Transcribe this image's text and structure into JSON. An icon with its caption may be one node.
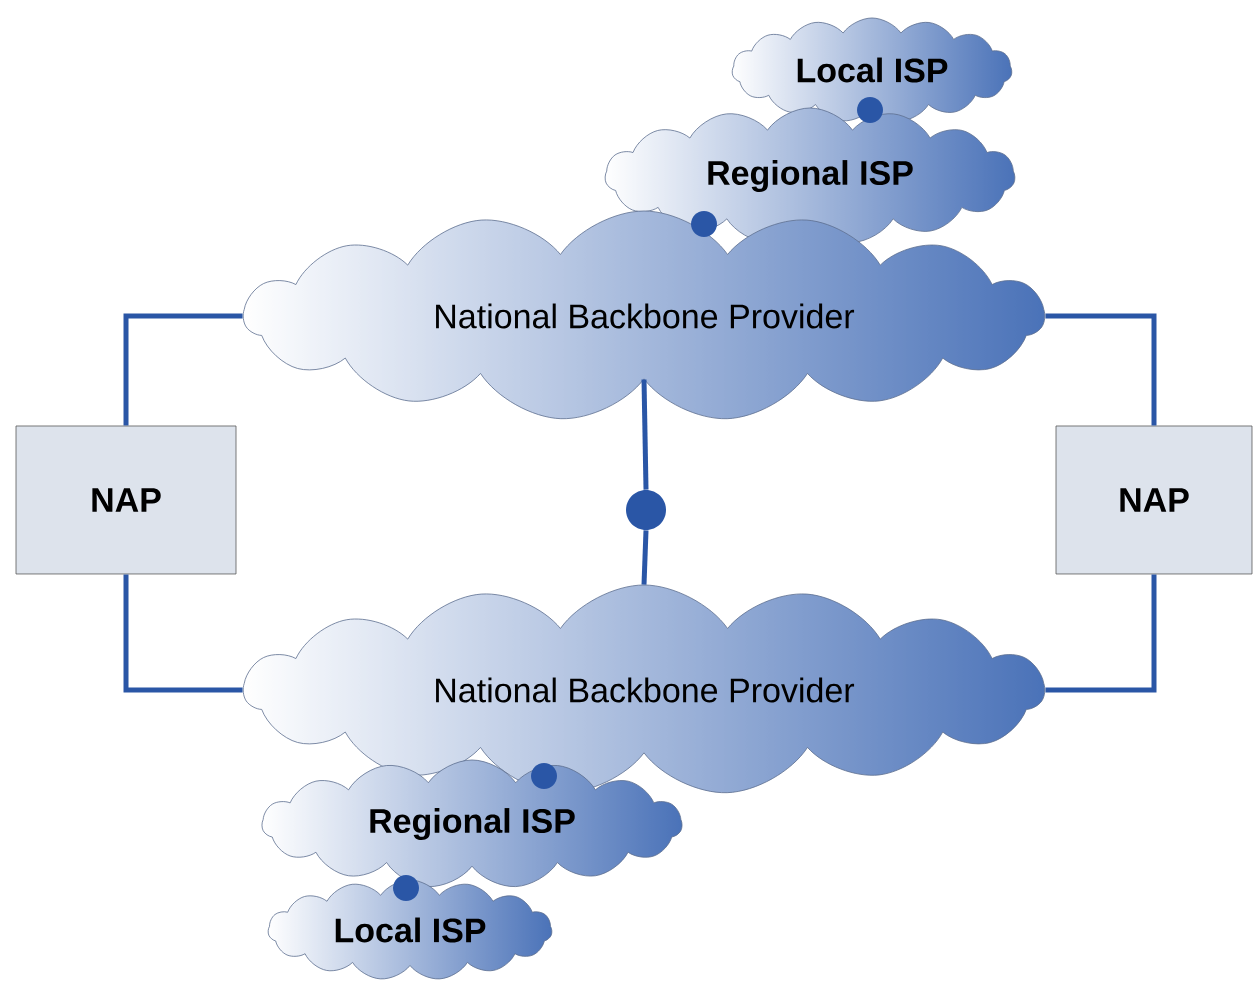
{
  "diagram": {
    "nodes": [
      {
        "text": [
          "Local ISP"
        ]
      },
      {
        "text": [
          "Regional ISP"
        ]
      },
      {
        "text": [
          "National Backbone Provider"
        ]
      },
      {
        "text": [
          "NAP"
        ]
      },
      {
        "text": [
          "NAP"
        ]
      },
      {
        "text": [],
        "shape": "circle"
      },
      {
        "text": [
          "National Backbone Provider"
        ]
      },
      {
        "text": [
          "Regional ISP"
        ]
      },
      {
        "text": [
          "Local ISP"
        ]
      }
    ],
    "edges": [
      {
        "from": 3,
        "to": 2,
        "arrow": "none"
      },
      {
        "from": 3,
        "to": 6,
        "arrow": "none"
      },
      {
        "from": 4,
        "to": 2,
        "arrow": "none"
      },
      {
        "from": 4,
        "to": 6,
        "arrow": "none"
      },
      {
        "from": 2,
        "to": 5,
        "arrow": "none"
      },
      {
        "from": 5,
        "to": 6,
        "arrow": "none"
      }
    ]
  }
}
